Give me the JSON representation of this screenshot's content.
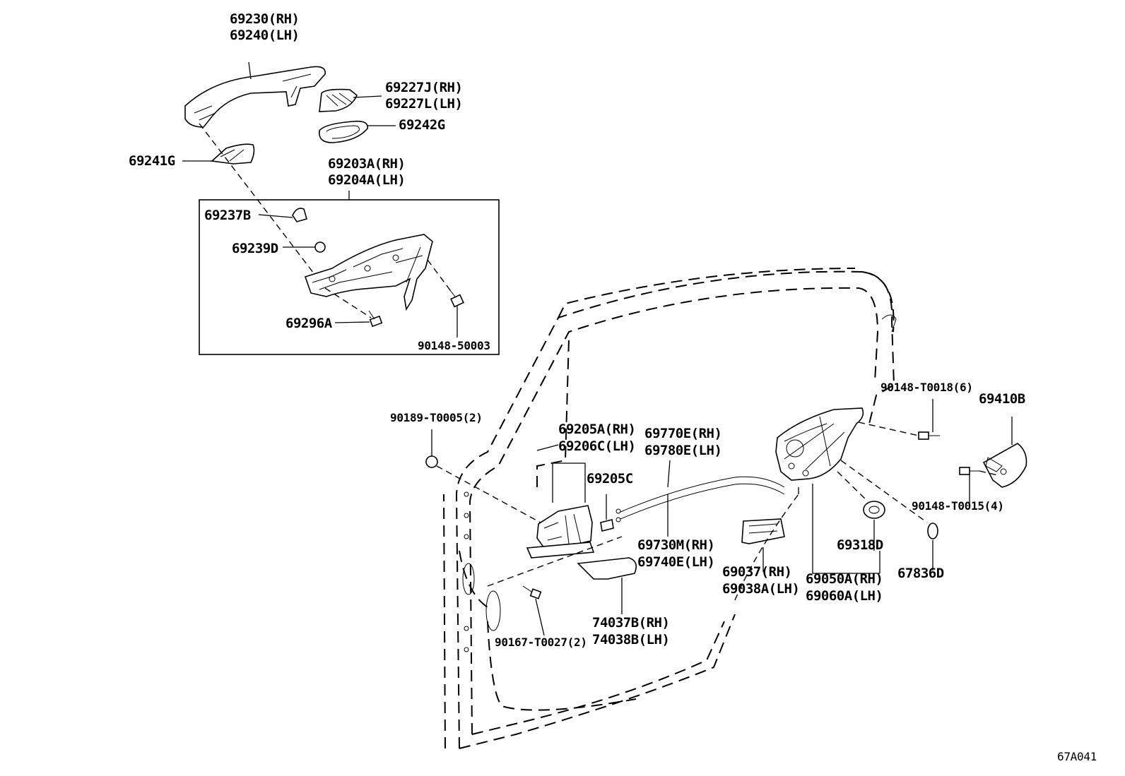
{
  "diagram_id": "67A041",
  "parts": {
    "p69230": "69230(RH)",
    "p69240": "69240(LH)",
    "p69227J": "69227J(RH)",
    "p69227L": "69227L(LH)",
    "p69242G": "69242G",
    "p69241G": "69241G",
    "p69203A": "69203A(RH)",
    "p69204A": "69204A(LH)",
    "p69237B": "69237B",
    "p69239D": "69239D",
    "p69296A": "69296A",
    "p90148_50003": "90148-50003",
    "p90189": "90189-T0005(2)",
    "p69205A": "69205A(RH)",
    "p69206C": "69206C(LH)",
    "p69205C": "69205C",
    "p69770E": "69770E(RH)",
    "p69780E": "69780E(LH)",
    "p69730M": "69730M(RH)",
    "p69740E": "69740E(LH)",
    "p69037": "69037(RH)",
    "p69038A": "69038A(LH)",
    "p69050A": "69050A(RH)",
    "p69060A": "69060A(LH)",
    "p69318D": "69318D",
    "p67836D": "67836D",
    "p90148_T0018": "90148-T0018(6)",
    "p69410B": "69410B",
    "p90148_T0015": "90148-T0015(4)",
    "p74037B": "74037B(RH)",
    "p74038B": "74038B(LH)",
    "p90167": "90167-T0027(2)"
  }
}
